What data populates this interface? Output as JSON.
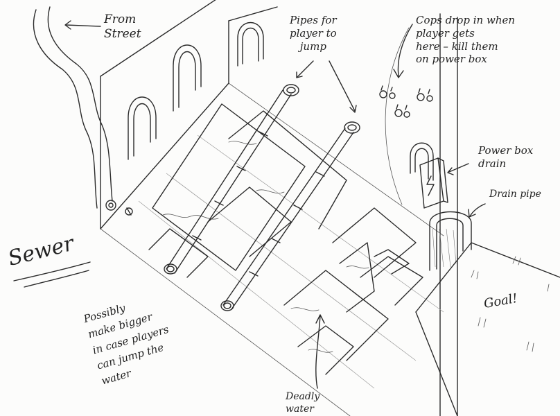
{
  "annotations": {
    "from_street": "From\nStreet",
    "pipes": "Pipes for\nplayer to\njump",
    "cops": "Cops drop in when\nplayer gets\nhere – kill them\non power box",
    "power_box": "Power box\ndrain",
    "drain_pipe": "Drain pipe",
    "sewer": "Sewer",
    "goal": "Goal!",
    "possibly": "Possibly\nmake bigger\nin case players\ncan jump the\nwater",
    "deadly_water": "Deadly\nwater"
  },
  "icons": {
    "power_box_symbol": "lightning-bolt",
    "valve": "valve-wheel"
  },
  "colors": {
    "ink": "#2a2a2a",
    "paper": "#fcfcfb"
  }
}
